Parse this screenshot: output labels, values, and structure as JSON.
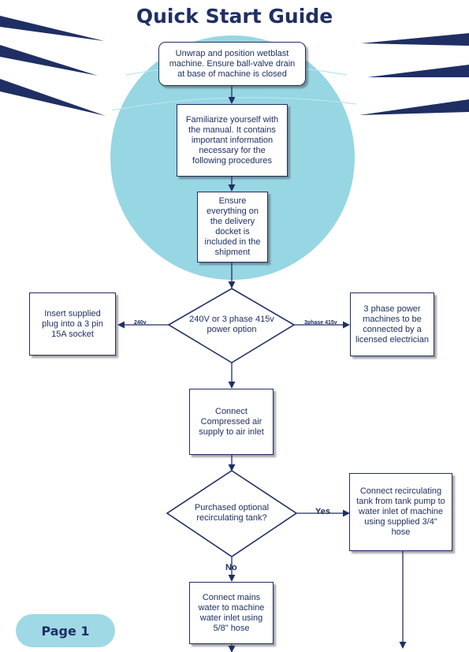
{
  "title": "Quick Start Guide",
  "steps": {
    "unwrap": "Unwrap and position wetblast machine. Ensure ball-valve drain at base of machine is closed",
    "familiarize": "Familiarize yourself with the manual. It contains important information necessary for the following procedures",
    "ensure": "Ensure everything on the delivery docket is included in the shipment",
    "power_decision": "240V or 3 phase 415v power option",
    "plug": "Insert supplied plug into a 3 pin 15A socket",
    "three_phase": "3 phase power machines to be connected by a licensed electrician",
    "air": "Connect Compressed air supply to air inlet",
    "tank_decision": "Purchased optional recirculating tank?",
    "tank_connect": "Connect recirculating tank from tank pump to water inlet of machine using supplied 3/4\" hose",
    "mains": "Connect mains water to machine water inlet using 5/8\" hose"
  },
  "edge_labels": {
    "v240": "240v",
    "phase415": "3phase 415v",
    "yes": "Yes",
    "no": "No"
  },
  "page_label": "Page 1",
  "colors": {
    "navy": "#1f2f63",
    "circle": "#97d6e3",
    "badge": "#9fd9e6"
  }
}
